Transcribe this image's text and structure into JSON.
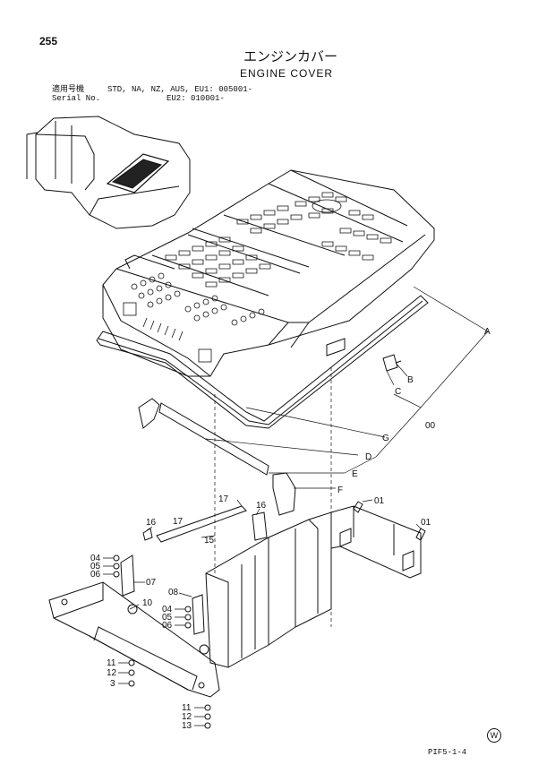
{
  "page_number": "255",
  "title_jp": "エンジンカバー",
  "title_en": "ENGINE COVER",
  "serial": {
    "label_jp": "適用号機",
    "label_en": "Serial No.",
    "line1": "STD, NA, NZ, AUS, EU1: 005001-",
    "line2": "EU2: 010001-"
  },
  "drawing_code": "PIF5-1-4",
  "corner_mark": "W",
  "callouts": {
    "A": "A",
    "B": "B",
    "C": "C",
    "D": "D",
    "E": "E",
    "F": "F",
    "G": "G",
    "c00": "00",
    "c01a": "01",
    "c01b": "01",
    "c16a": "16",
    "c16b": "16",
    "c17a": "17",
    "c17b": "17",
    "c15": "15",
    "c04a": "04",
    "c05a": "05",
    "c06a": "06",
    "c07": "07",
    "c08": "08",
    "c10": "10",
    "c04b": "04",
    "c05b": "05",
    "c06b": "06",
    "c11a": "11",
    "c12a": "12",
    "c3": "3",
    "c11b": "11",
    "c12b": "12",
    "c13": "13"
  }
}
